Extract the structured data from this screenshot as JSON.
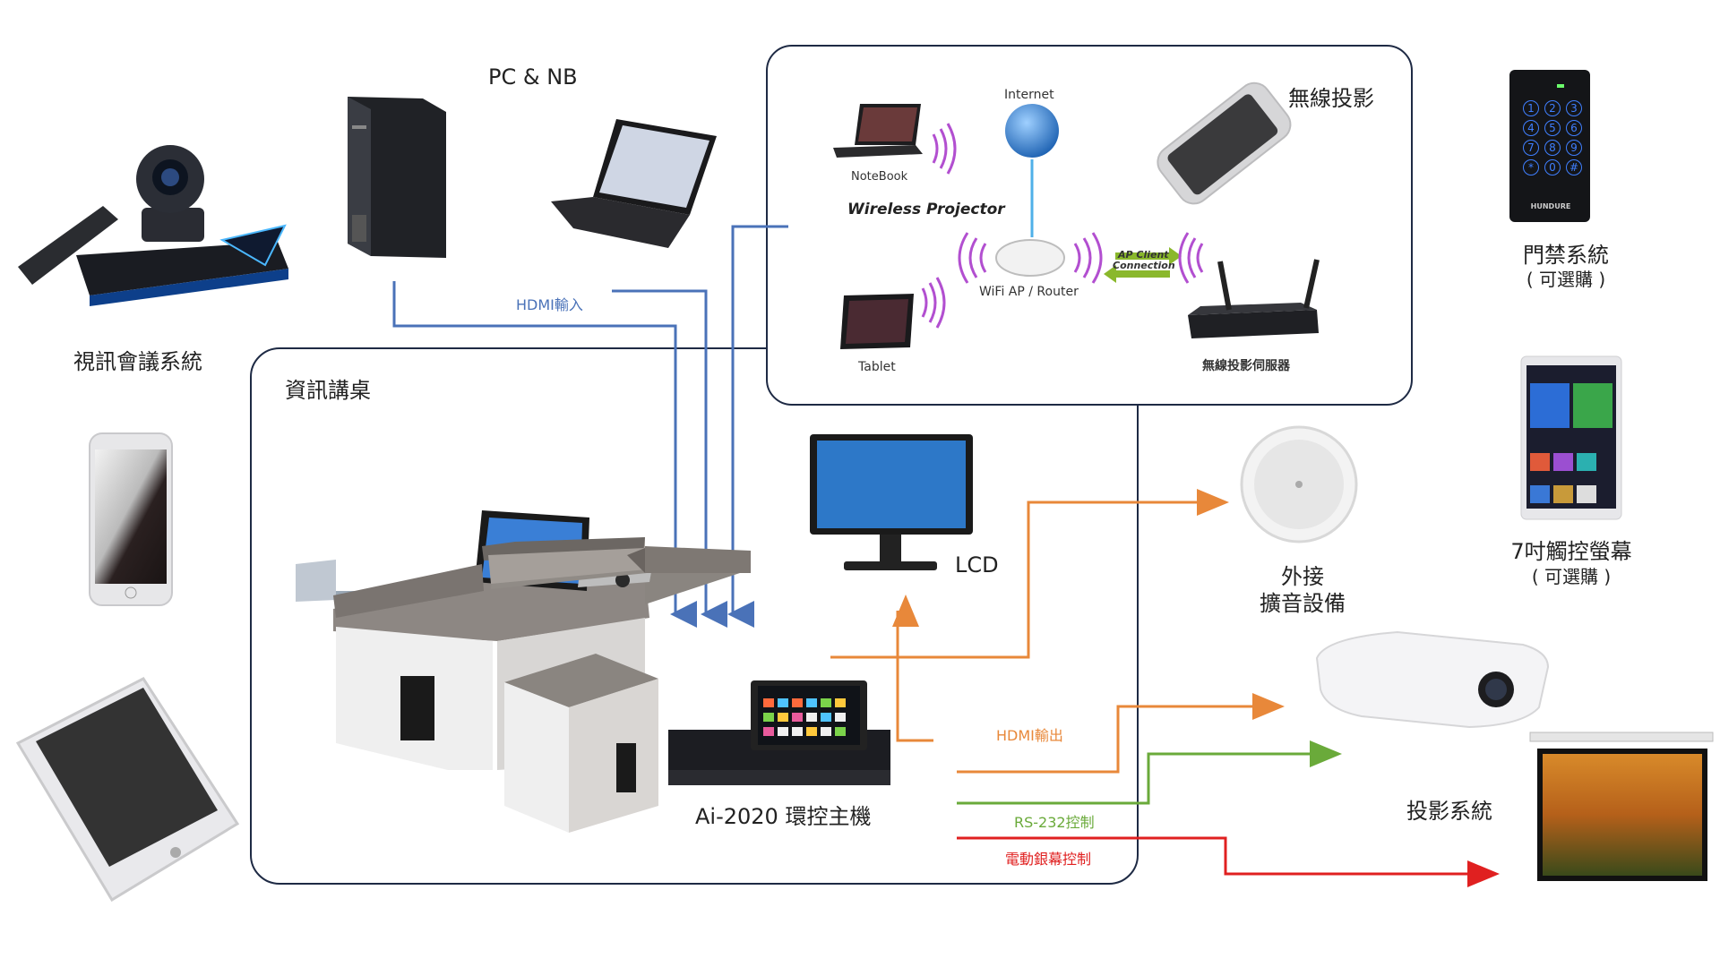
{
  "labels": {
    "pc_nb": "PC & NB",
    "video_conf": "視訊會議系統",
    "podium": "資訊講桌",
    "wireless_projection": "無線投影",
    "access_control": "門禁系統",
    "access_control_opt": "( 可選購 )",
    "touch_screen": "7吋觸控螢幕",
    "touch_screen_opt": "( 可選購 )",
    "lcd": "LCD",
    "speaker_line1": "外接",
    "speaker_line2": "擴音設備",
    "projection_system": "投影系統",
    "controller": "Ai-2020 環控主機"
  },
  "connections": {
    "hdmi_in": "HDMI輸入",
    "hdmi_out": "HDMI輸出",
    "rs232": "RS-232控制",
    "screen_control": "電動銀幕控制"
  },
  "wireless_panel": {
    "internet": "Internet",
    "notebook": "NoteBook",
    "wireless_projector": "Wireless Projector",
    "wifi_ap": "WiFi AP / Router",
    "ap_client_1": "AP Client",
    "ap_client_2": "Connection",
    "tablet": "Tablet",
    "server": "無線投影伺服器"
  },
  "keypad": {
    "keys": [
      "1",
      "2",
      "3",
      "4",
      "5",
      "6",
      "7",
      "8",
      "9",
      "*",
      "0",
      "#"
    ],
    "brand": "HUNDURE"
  },
  "colors": {
    "hdmi_in": "#4a72b8",
    "hdmi_out": "#e8883a",
    "rs232": "#6aaa3a",
    "screen_control": "#e02020",
    "box_border": "#1e2a44"
  }
}
